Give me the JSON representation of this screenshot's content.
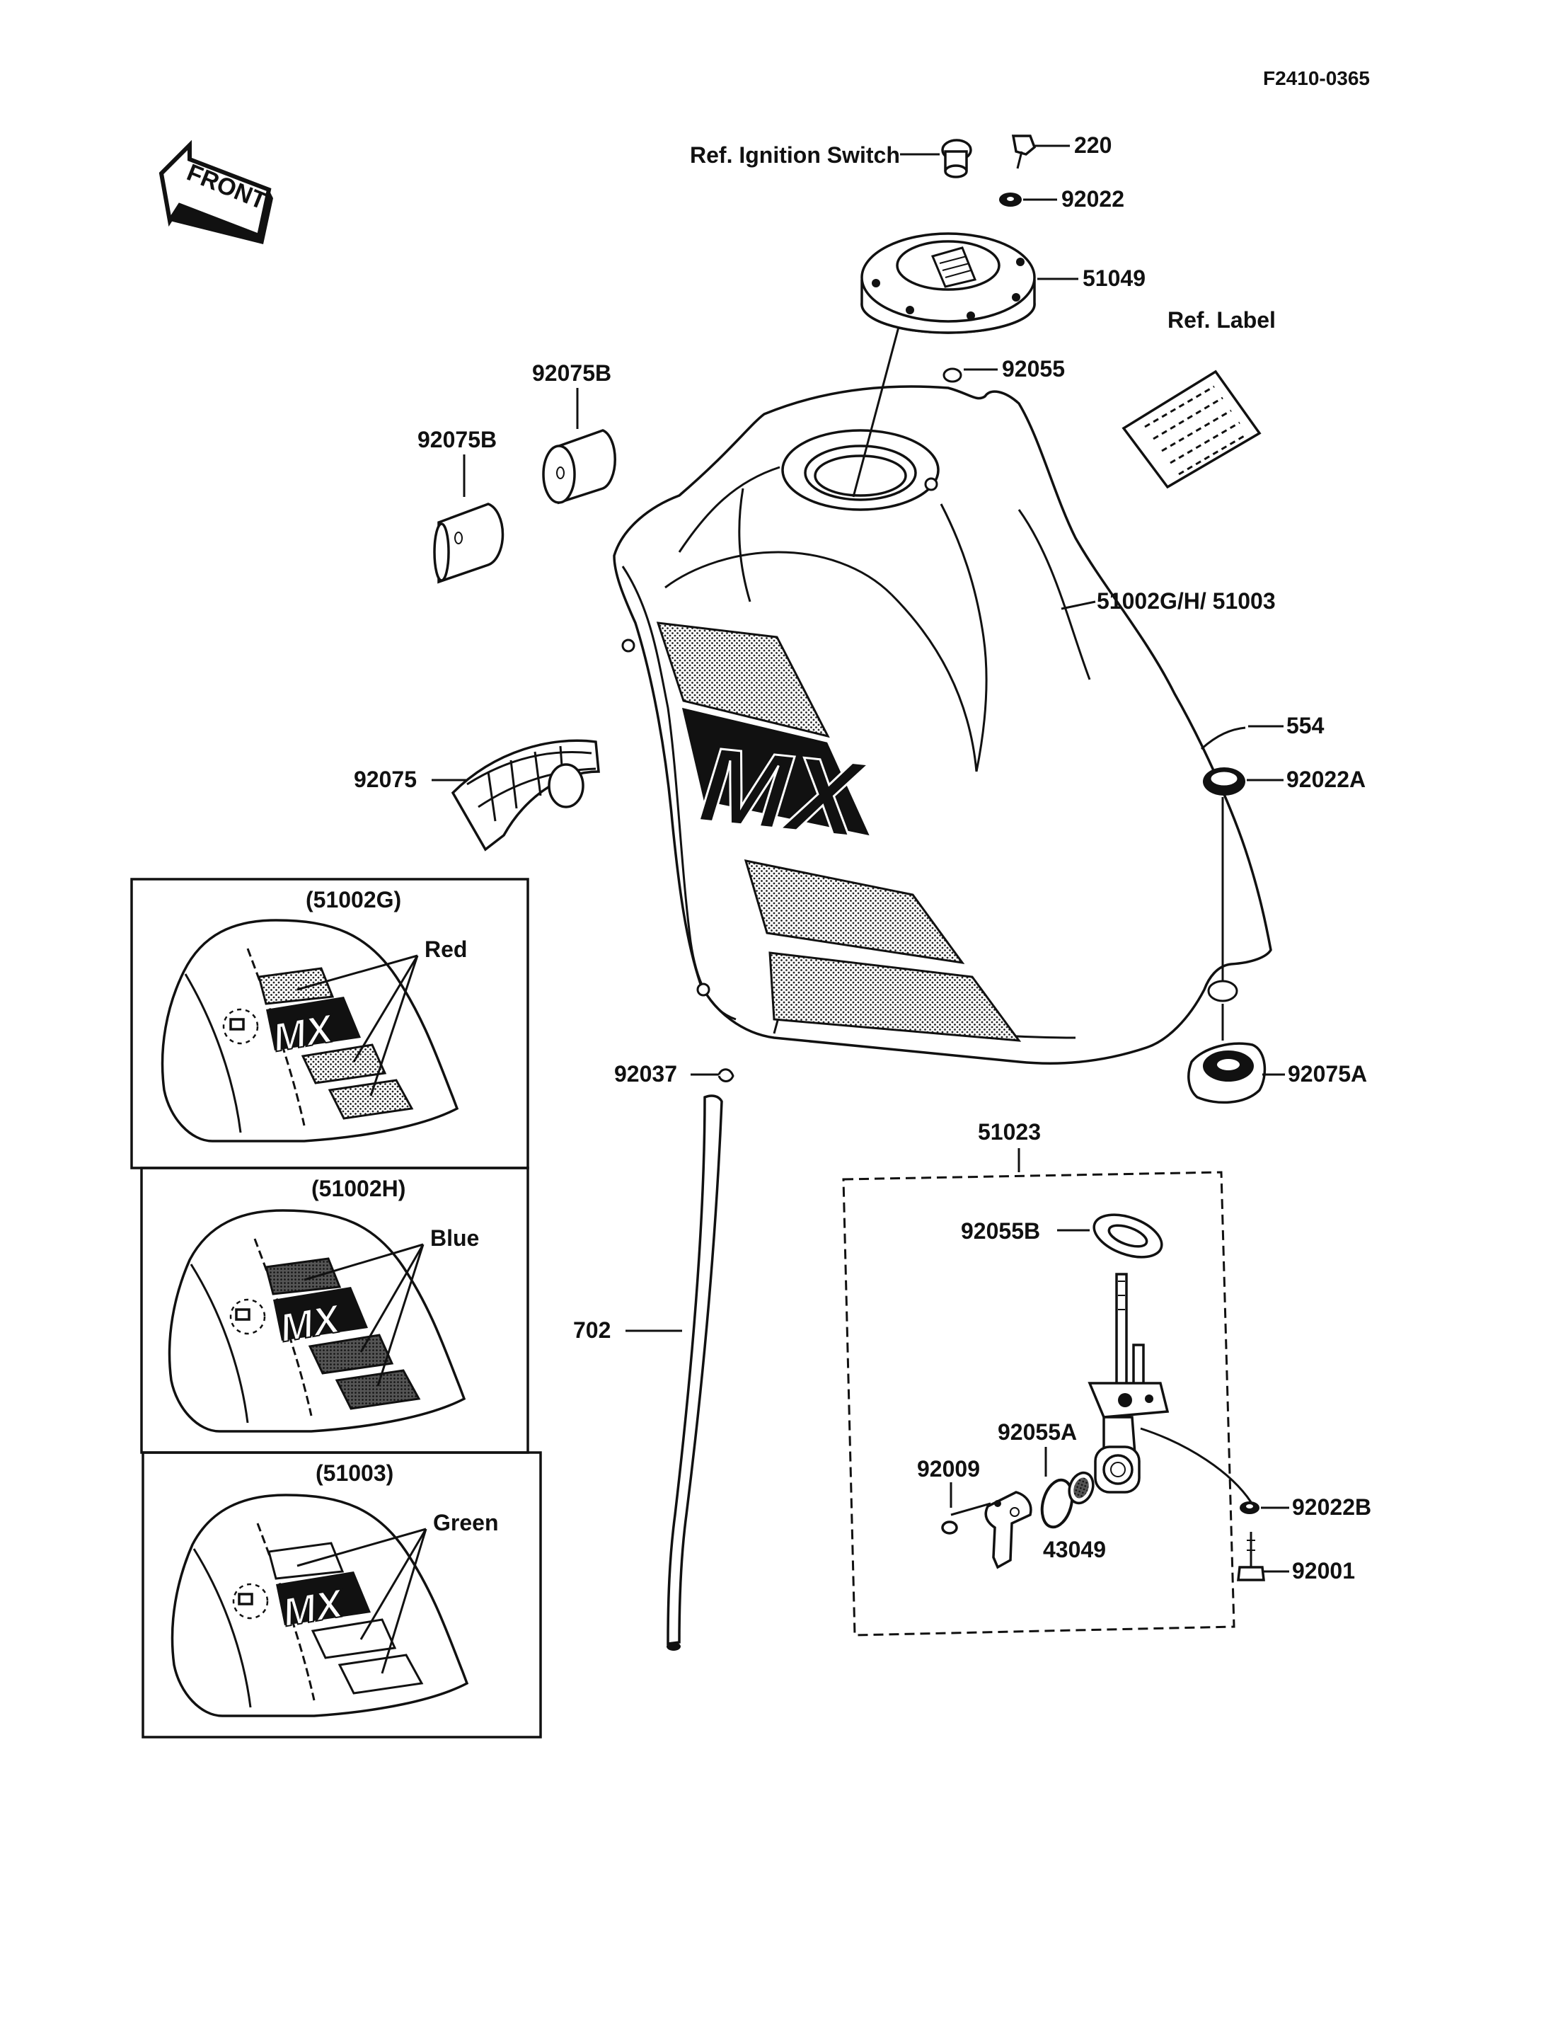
{
  "figure_code": "F2410-0365",
  "front_arrow": {
    "label": "FRONT"
  },
  "tank_decal": {
    "text": "MX"
  },
  "labels": {
    "ref_ignition_switch": "Ref. Ignition Switch",
    "p220": "220",
    "p92022": "92022",
    "p51049": "51049",
    "ref_label": "Ref. Label",
    "p92055": "92055",
    "p92075b_a": "92075B",
    "p92075b_b": "92075B",
    "p51002": "51002G/H/ 51003",
    "p554": "554",
    "p92022a": "92022A",
    "p92075": "92075",
    "p92075a": "92075A",
    "p92037": "92037",
    "p51023": "51023",
    "p92055b": "92055B",
    "p702": "702",
    "p92055a": "92055A",
    "p92009": "92009",
    "p43049": "43049",
    "p92022b": "92022B",
    "p92001": "92001"
  },
  "variants": [
    {
      "code": "(51002G)",
      "color_label": "Red",
      "decal": "MX"
    },
    {
      "code": "(51002H)",
      "color_label": "Blue",
      "decal": "MX"
    },
    {
      "code": "(51003)",
      "color_label": "Green",
      "decal": "MX"
    }
  ]
}
